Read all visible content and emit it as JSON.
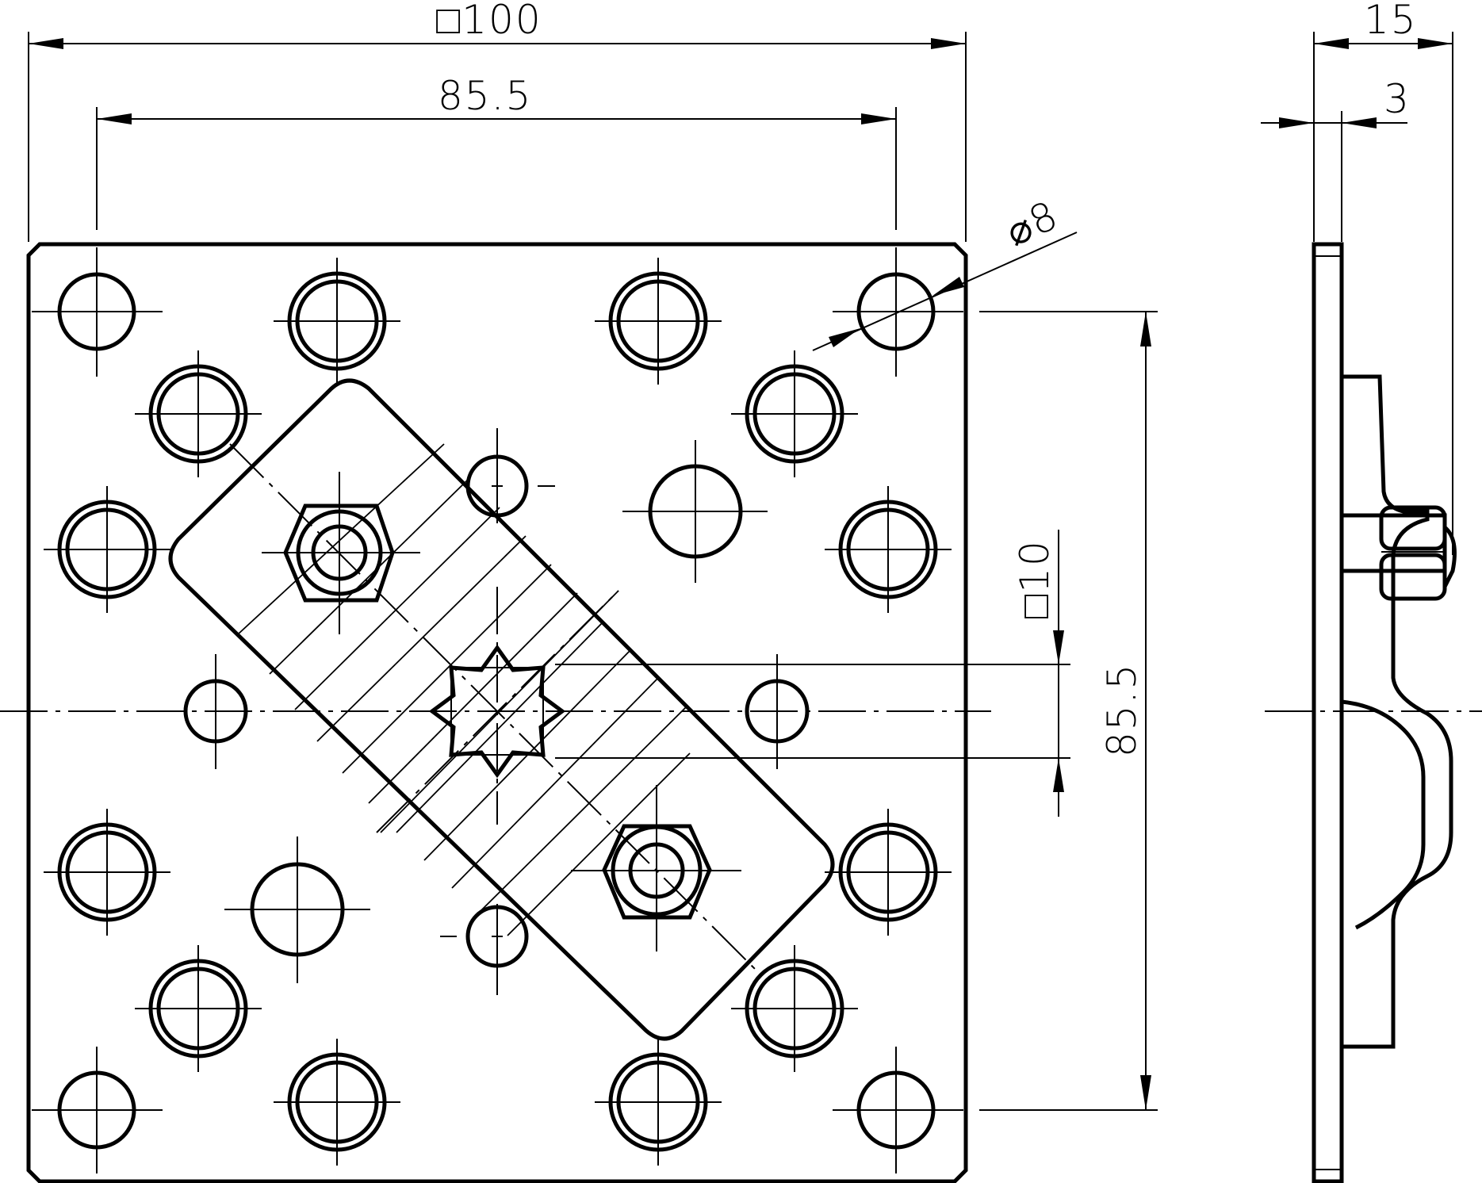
{
  "drawing": {
    "front_view": {
      "dim_width_label": "□100",
      "dim_hole_spacing_label": "85.5",
      "dim_hole_diameter_label": "⌀8",
      "dim_square_label": "□10",
      "dim_vertical_spacing_label": "85.5"
    },
    "side_view": {
      "dim_total_height_label": "15",
      "dim_plate_thickness_label": "3"
    }
  }
}
